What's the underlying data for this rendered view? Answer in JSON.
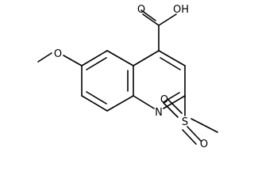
{
  "structure": {
    "atoms": {
      "methoxy_oxygen": "O",
      "carboxyl_hydroxyl": "OH",
      "carboxyl_carbonyl_oxygen": "O",
      "ring_nitrogen": "N",
      "sulfur": "S",
      "sulfonyl_oxygen_top": "O",
      "sulfonyl_oxygen_bottom": "O"
    }
  }
}
